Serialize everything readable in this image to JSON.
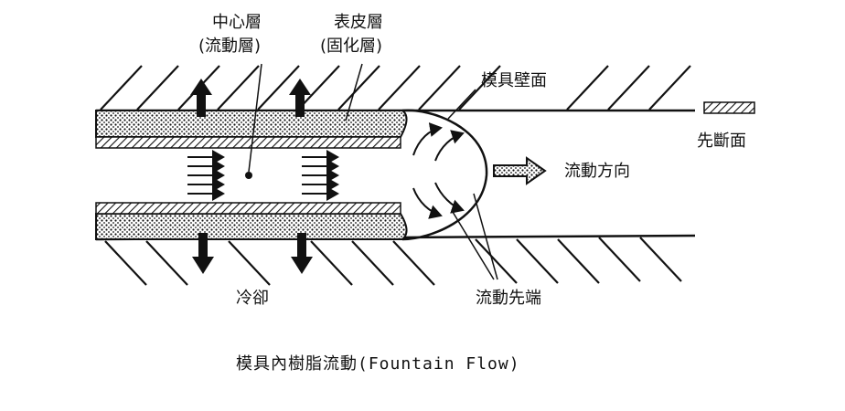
{
  "labels": {
    "core_layer": "中心層",
    "core_layer_sub": "(流動層)",
    "skin_layer": "表皮層",
    "skin_layer_sub": "(固化層)",
    "mold_wall": "模具壁面",
    "section_legend": "先斷面",
    "flow_direction": "流動方向",
    "cooling": "冷卻",
    "flow_front": "流動先端"
  },
  "caption": "模具內樹脂流動(Fountain Flow)",
  "colors": {
    "ink": "#111111",
    "background": "#ffffff"
  }
}
